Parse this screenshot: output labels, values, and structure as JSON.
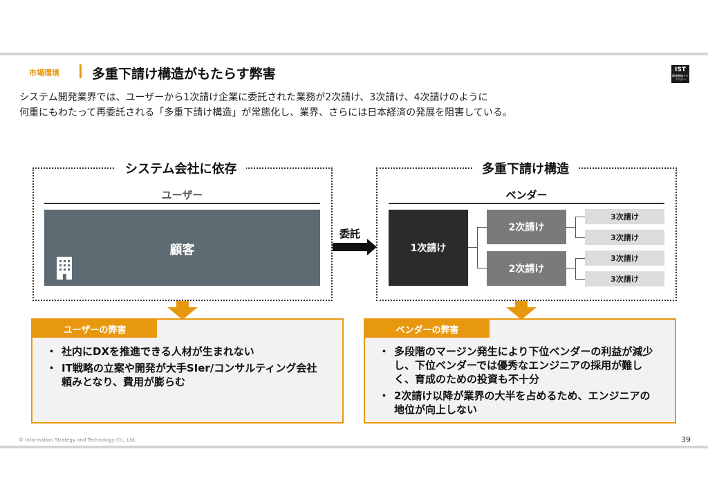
{
  "header": {
    "section_tag": "市場環境",
    "title": "多重下請け構造がもたらす弊害",
    "logo_text": "IST",
    "logo_subtext": "情報戦略テクノロジー"
  },
  "intro": {
    "line1": "システム開発業界では、ユーザーから1次請け企業に委託された業務が2次請け、3次請け、4次請けのように",
    "line2": "何重にもわたって再委託される「多重下請け構造」が常態化し、業界、さらには日本経済の発展を阻害している。"
  },
  "left_panel": {
    "title": "システム会社に依存",
    "sub_head": "ユーザー",
    "customer_label": "顧客",
    "icon": "building-icon"
  },
  "arrow": {
    "label": "委託"
  },
  "right_panel": {
    "title": "多重下請け構造",
    "sub_head": "ベンダー",
    "tier1": "1次請け",
    "tier2": [
      "2次請け",
      "2次請け"
    ],
    "tier3": [
      "3次請け",
      "3次請け",
      "3次請け",
      "3次請け"
    ]
  },
  "issues_left": {
    "tab": "ユーザーの弊害",
    "items": [
      "社内にDXを推進できる人材が生まれない",
      "IT戦略の立案や開発が大手SIer/コンサルティング会社頼みとなり、費用が膨らむ"
    ]
  },
  "issues_right": {
    "tab": "ベンダーの弊害",
    "items": [
      "多段階のマージン発生により下位ベンダーの利益が減少し、下位ベンダーでは優秀なエンジニアの採用が難しく、育成のための投資も不十分",
      "2次請け以降が業界の大半を占めるため、エンジニアの地位が向上しない"
    ]
  },
  "footer": {
    "copyright": "© Information Strategy and Technology Co., Ltd.",
    "page_number": "39"
  },
  "colors": {
    "accent": "#e8980f",
    "customer_box": "#5f6b72",
    "tier1": "#2b2b2b",
    "tier2": "#7a7a7a",
    "tier3": "#dcdcdc"
  }
}
